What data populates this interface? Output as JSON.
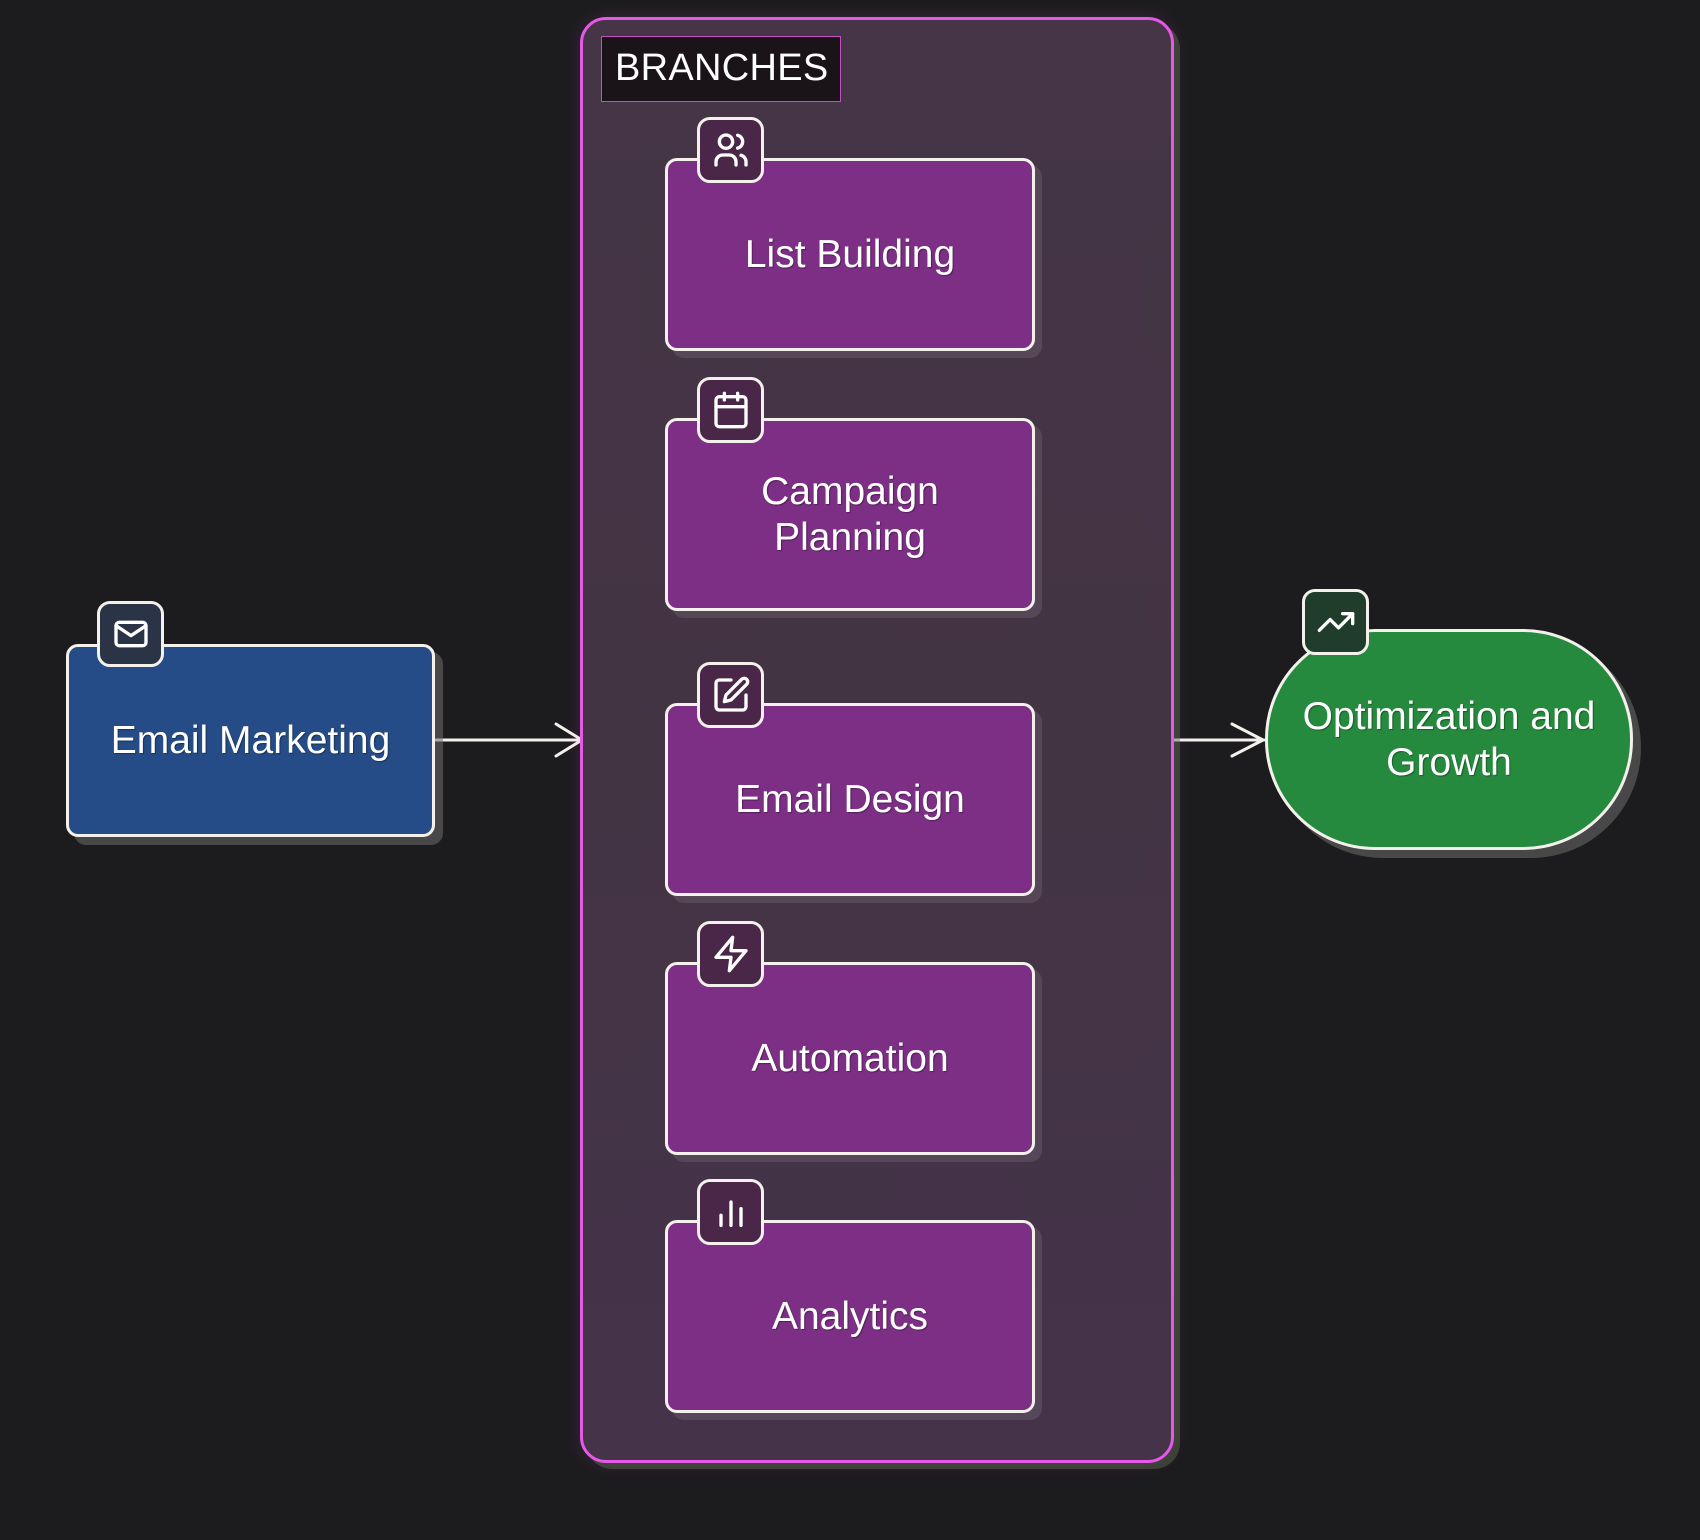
{
  "diagram": {
    "group": {
      "label": "BRANCHES",
      "border_color": "#e858e8"
    },
    "nodes": {
      "root": {
        "label": "Email Marketing",
        "icon": "mail-icon",
        "color": "#254c86"
      },
      "branches": [
        {
          "label": "List Building",
          "icon": "users-icon",
          "color": "#7c2f85"
        },
        {
          "label": "Campaign Planning",
          "icon": "calendar-icon",
          "color": "#7c2f85"
        },
        {
          "label": "Email Design",
          "icon": "edit-icon",
          "color": "#7c2f85"
        },
        {
          "label": "Automation",
          "icon": "zap-icon",
          "color": "#7c2f85"
        },
        {
          "label": "Analytics",
          "icon": "bar-chart-icon",
          "color": "#7c2f85"
        }
      ],
      "outcome": {
        "label": "Optimization and Growth",
        "icon": "trending-up-icon",
        "color": "#268a3e"
      }
    },
    "edges": [
      {
        "from": "Email Marketing",
        "to": "BRANCHES"
      },
      {
        "from": "BRANCHES",
        "to": "Optimization and Growth"
      }
    ]
  }
}
